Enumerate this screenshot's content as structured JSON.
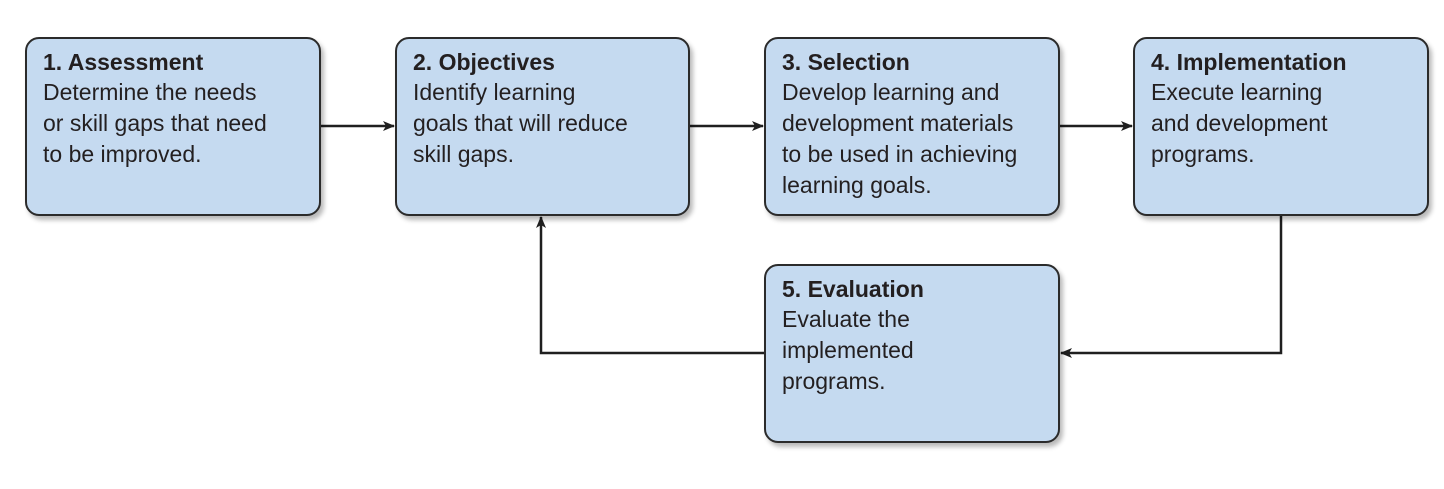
{
  "steps": [
    {
      "title": "1. Assessment",
      "lines": [
        "Determine the needs",
        "or skill gaps that need",
        "to be improved."
      ]
    },
    {
      "title": "2. Objectives",
      "lines": [
        "Identify learning",
        "goals that will reduce",
        "skill gaps."
      ]
    },
    {
      "title": "3. Selection",
      "lines": [
        "Develop learning and",
        "development materials",
        "to be used in achieving",
        "learning goals."
      ]
    },
    {
      "title": "4. Implementation",
      "lines": [
        "Execute learning",
        "and development",
        "programs."
      ]
    },
    {
      "title": "5. Evaluation",
      "lines": [
        "Evaluate the",
        "implemented",
        "programs."
      ]
    }
  ],
  "colors": {
    "box_fill": "#c5daf0",
    "box_border": "#2b2b2b",
    "arrow": "#1f1f1f",
    "text": "#231f20"
  }
}
